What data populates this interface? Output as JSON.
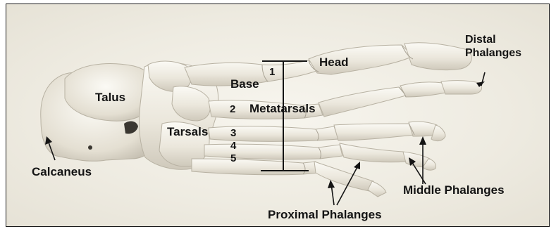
{
  "diagram": {
    "labels": {
      "distal": [
        "Distal",
        "Phalanges"
      ],
      "head": "Head",
      "base": "Base",
      "talus": "Talus",
      "metatarsals": "Metatarsals",
      "tarsals": "Tarsals",
      "calcaneus": "Calcaneus",
      "middle": "Middle Phalanges",
      "proximal": "Proximal Phalanges",
      "numbers": [
        "1",
        "2",
        "3",
        "4",
        "5"
      ]
    },
    "colors": {
      "bone": "#eeeadf",
      "bone_edge": "#b8b2a3",
      "shadow": "#9c968a",
      "ink": "#141414"
    }
  }
}
